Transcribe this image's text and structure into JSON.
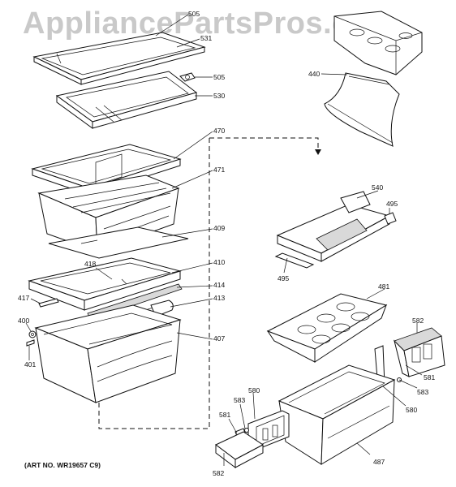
{
  "watermark": "AppliancePartsPros.com",
  "art_number": "(ART NO. WR19657 C9)",
  "callouts": {
    "c505a": "505",
    "c531": "531",
    "c505b": "505",
    "c530": "530",
    "c440": "440",
    "c470": "470",
    "c471": "471",
    "c409": "409",
    "c418": "418",
    "c410": "410",
    "c414": "414",
    "c417": "417",
    "c413": "413",
    "c400": "400",
    "c401": "401",
    "c407": "407",
    "c540": "540",
    "c495a": "495",
    "c495b": "495",
    "c481": "481",
    "c582a": "582",
    "c581a": "581",
    "c583a": "583",
    "c580a": "580",
    "c583b": "583",
    "c580b": "580",
    "c581b": "581",
    "c582b": "582",
    "c487": "487"
  }
}
